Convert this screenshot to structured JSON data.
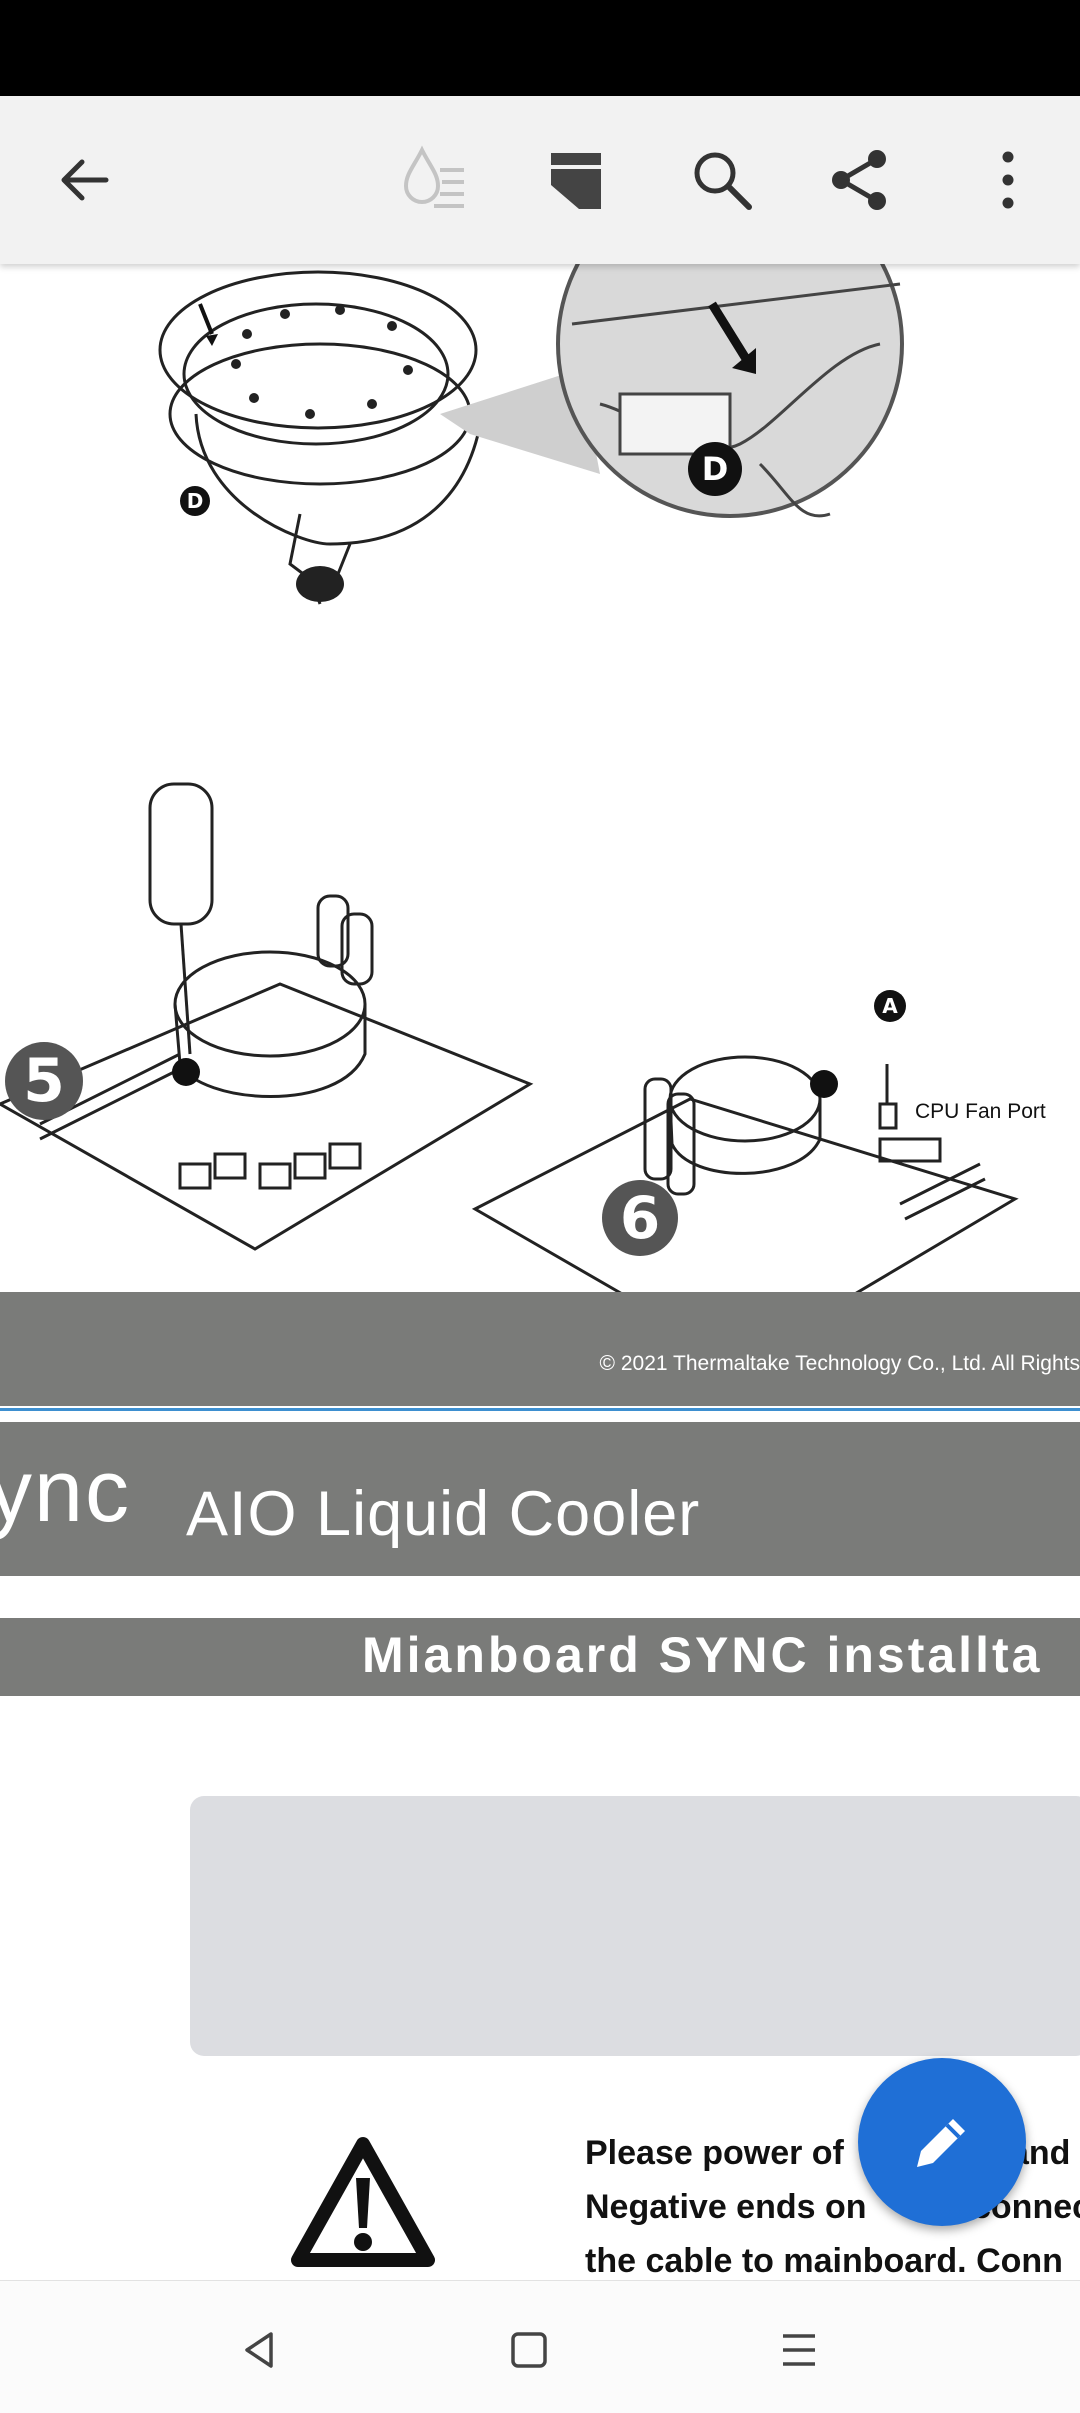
{
  "toolbar": {
    "back_icon": "arrow-left-icon",
    "reflow_icon": "droplet-list-icon",
    "bookmark_icon": "bookmark-icon",
    "search_icon": "search-icon",
    "share_icon": "share-icon",
    "more_icon": "more-vertical-icon"
  },
  "document": {
    "callout_d_top": "D",
    "callout_d_zoom": "D",
    "step5": "5",
    "step6": "6",
    "callout_a": "A",
    "cpu_fan_port": "CPU Fan Port",
    "copyright": "© 2021 Thermaltake Technology Co., Ltd. All Rights",
    "brand_fragment": "ync",
    "product_title": "AIO Liquid Cooler",
    "section_title": "Mianboard SYNC installta",
    "warning_lines": [
      "Please power of",
      "Negative ends on",
      "the cable to mainboard. Conn"
    ],
    "warning_line_suffixes": [
      "and",
      "connec"
    ]
  },
  "fab": {
    "icon": "pencil-icon"
  },
  "navbar": {
    "back_icon": "triangle-back-icon",
    "home_icon": "square-home-icon",
    "menu_icon": "menu-lines-icon"
  },
  "colors": {
    "band_gray": "#7a7b79",
    "fab_blue": "#1f6fd6",
    "toolbar_bg": "#f2f2f2"
  }
}
